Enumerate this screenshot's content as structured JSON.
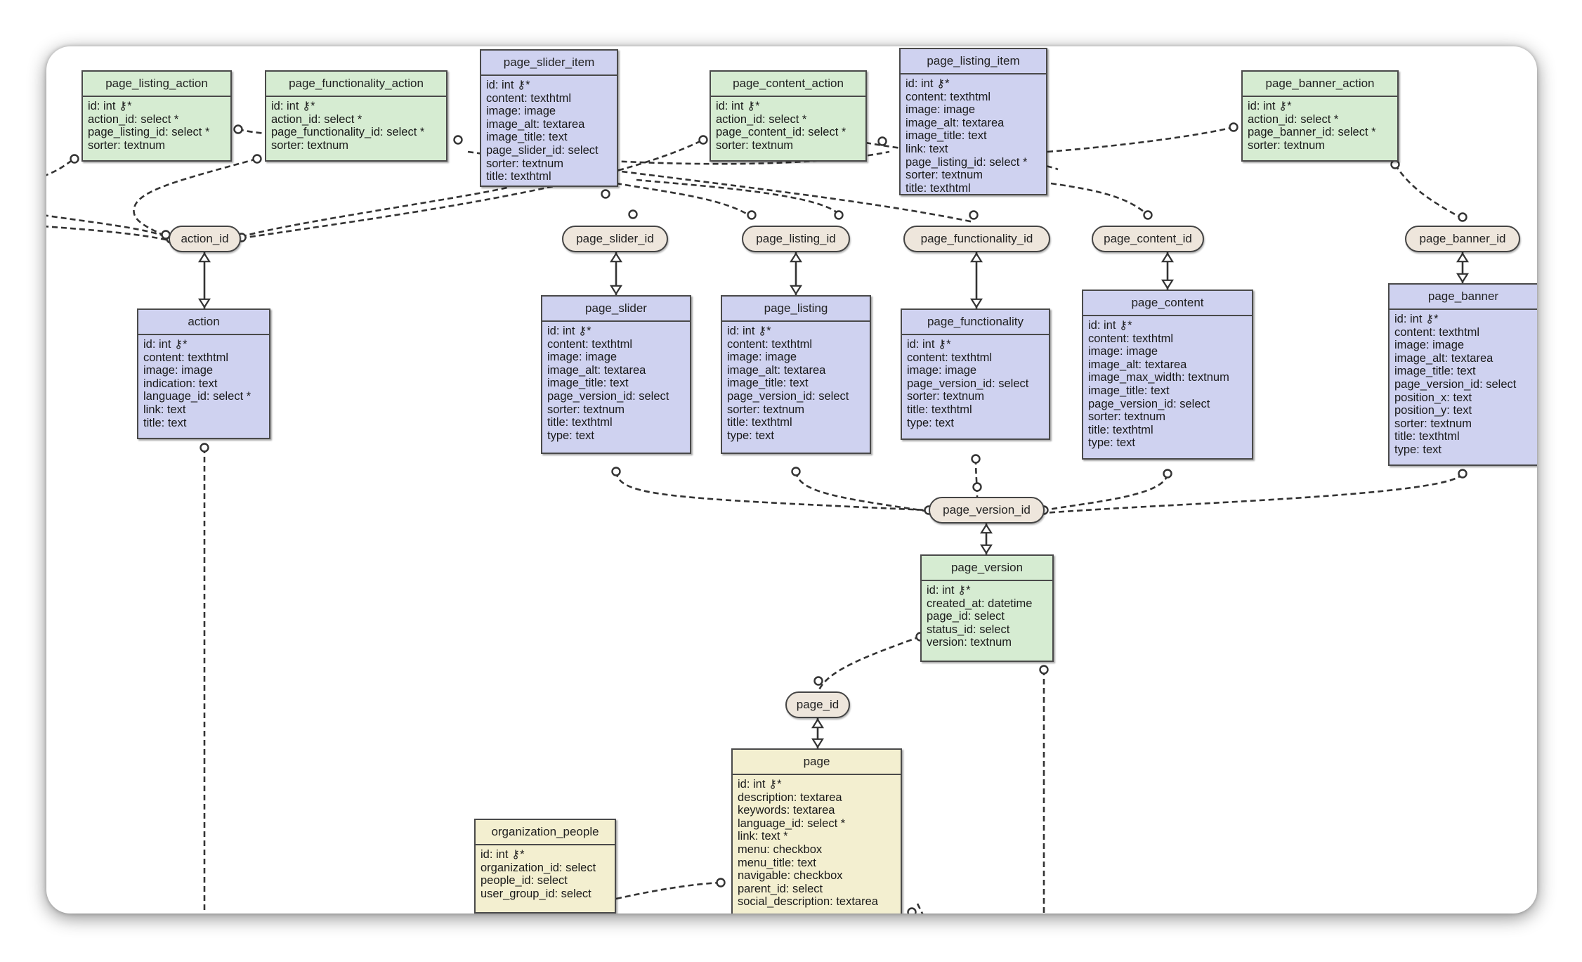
{
  "entities": [
    {
      "id": "page_listing_action",
      "name": "page_listing_action",
      "color": "green",
      "fields": [
        "id: int ⚷*",
        "action_id: select *",
        "page_listing_id: select *",
        "sorter: textnum"
      ]
    },
    {
      "id": "page_functionality_action",
      "name": "page_functionality_action",
      "color": "green",
      "fields": [
        "id: int ⚷*",
        "action_id: select *",
        "page_functionality_id: select *",
        "sorter: textnum"
      ]
    },
    {
      "id": "page_slider_item",
      "name": "page_slider_item",
      "color": "blue",
      "fields": [
        "id: int ⚷*",
        "content: texthtml",
        "image: image",
        "image_alt: textarea",
        "image_title: text",
        "page_slider_id: select",
        "sorter: textnum",
        "title: texthtml"
      ]
    },
    {
      "id": "page_content_action",
      "name": "page_content_action",
      "color": "green",
      "fields": [
        "id: int ⚷*",
        "action_id: select *",
        "page_content_id: select *",
        "sorter: textnum"
      ]
    },
    {
      "id": "page_listing_item",
      "name": "page_listing_item",
      "color": "blue",
      "fields": [
        "id: int ⚷*",
        "content: texthtml",
        "image: image",
        "image_alt: textarea",
        "image_title: text",
        "link: text",
        "page_listing_id: select *",
        "sorter: textnum",
        "title: texthtml"
      ]
    },
    {
      "id": "page_banner_action",
      "name": "page_banner_action",
      "color": "green",
      "fields": [
        "id: int ⚷*",
        "action_id: select *",
        "page_banner_id: select *",
        "sorter: textnum"
      ]
    },
    {
      "id": "action",
      "name": "action",
      "color": "blue",
      "fields": [
        "id: int ⚷*",
        "content: texthtml",
        "image: image",
        "indication: text",
        "language_id: select *",
        "link: text",
        "title: text"
      ]
    },
    {
      "id": "page_slider",
      "name": "page_slider",
      "color": "blue",
      "fields": [
        "id: int ⚷*",
        "content: texthtml",
        "image: image",
        "image_alt: textarea",
        "image_title: text",
        "page_version_id: select",
        "sorter: textnum",
        "title: texthtml",
        "type: text"
      ]
    },
    {
      "id": "page_listing",
      "name": "page_listing",
      "color": "blue",
      "fields": [
        "id: int ⚷*",
        "content: texthtml",
        "image: image",
        "image_alt: textarea",
        "image_title: text",
        "page_version_id: select",
        "sorter: textnum",
        "title: texthtml",
        "type: text"
      ]
    },
    {
      "id": "page_functionality",
      "name": "page_functionality",
      "color": "blue",
      "fields": [
        "id: int ⚷*",
        "content: texthtml",
        "image: image",
        "page_version_id: select",
        "sorter: textnum",
        "title: texthtml",
        "type: text"
      ]
    },
    {
      "id": "page_content",
      "name": "page_content",
      "color": "blue",
      "fields": [
        "id: int ⚷*",
        "content: texthtml",
        "image: image",
        "image_alt: textarea",
        "image_max_width: textnum",
        "image_title: text",
        "page_version_id: select",
        "sorter: textnum",
        "title: texthtml",
        "type: text"
      ]
    },
    {
      "id": "page_banner",
      "name": "page_banner",
      "color": "blue",
      "fields": [
        "id: int ⚷*",
        "content: texthtml",
        "image: image",
        "image_alt: textarea",
        "image_title: text",
        "page_version_id: select",
        "position_x: text",
        "position_y: text",
        "sorter: textnum",
        "title: texthtml",
        "type: text"
      ]
    },
    {
      "id": "page_version",
      "name": "page_version",
      "color": "green",
      "fields": [
        "id: int ⚷*",
        "created_at: datetime",
        "page_id: select",
        "status_id: select",
        "version: textnum"
      ]
    },
    {
      "id": "page",
      "name": "page",
      "color": "yellow",
      "fields": [
        "id: int ⚷*",
        "description: textarea",
        "keywords: textarea",
        "language_id: select *",
        "link: text *",
        "menu: checkbox",
        "menu_title: text",
        "navigable: checkbox",
        "parent_id: select",
        "social_description: textarea"
      ]
    },
    {
      "id": "organization_people",
      "name": "organization_people",
      "color": "yellow",
      "fields": [
        "id: int ⚷*",
        "organization_id: select",
        "people_id: select",
        "user_group_id: select"
      ]
    }
  ],
  "keys": [
    {
      "id": "action_id",
      "label": "action_id"
    },
    {
      "id": "page_slider_id",
      "label": "page_slider_id"
    },
    {
      "id": "page_listing_id",
      "label": "page_listing_id"
    },
    {
      "id": "page_functionality_id",
      "label": "page_functionality_id"
    },
    {
      "id": "page_content_id",
      "label": "page_content_id"
    },
    {
      "id": "page_banner_id",
      "label": "page_banner_id"
    },
    {
      "id": "page_version_id",
      "label": "page_version_id"
    },
    {
      "id": "page_id",
      "label": "page_id"
    }
  ],
  "colors": {
    "blue": "#cfd2f0",
    "green": "#d6ecd2",
    "yellow": "#f3efd0",
    "key": "#eee6dc",
    "border": "#4a4a4a",
    "line": "#333333"
  }
}
